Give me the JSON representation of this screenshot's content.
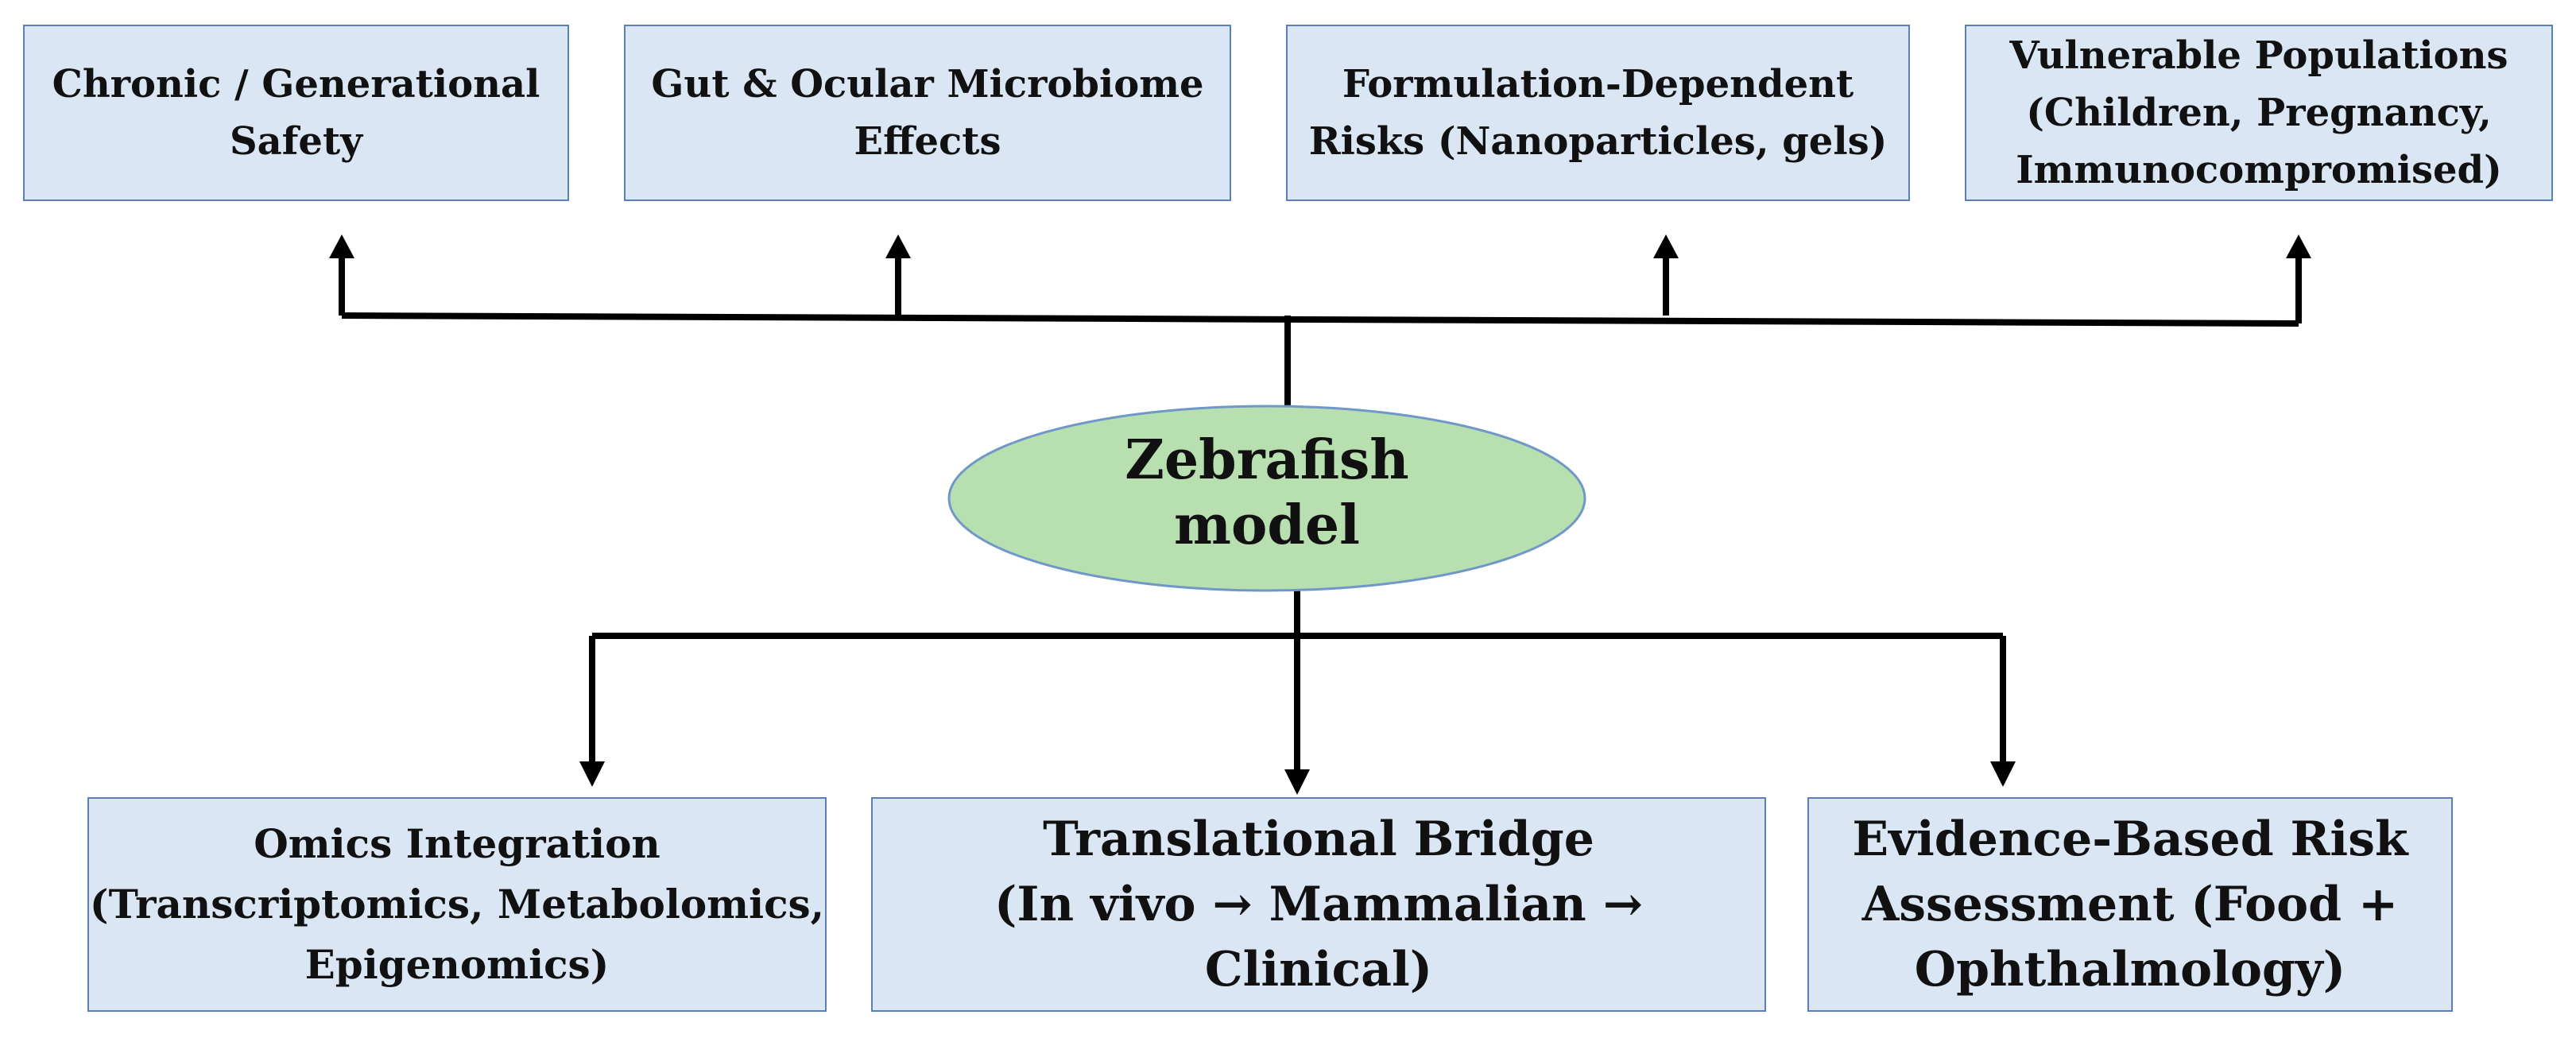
{
  "center": {
    "label": "Zebrafish\nmodel"
  },
  "top_boxes": [
    {
      "label": "Chronic / Generational\nSafety"
    },
    {
      "label": "Gut & Ocular Microbiome\nEffects"
    },
    {
      "label": "Formulation-Dependent\nRisks (Nanoparticles, gels)"
    },
    {
      "label": "Vulnerable Populations\n(Children, Pregnancy,\nImmunocompromised)"
    }
  ],
  "bottom_boxes": [
    {
      "label": "Omics Integration\n(Transcriptomics, Metabolomics,\nEpigenomics)"
    },
    {
      "label": "Translational Bridge\n(In vivo → Mammalian → Clinical)"
    },
    {
      "label": "Evidence-Based Risk\nAssessment (Food +\nOphthalmology)"
    }
  ],
  "colors": {
    "box_fill": "#dae6f4",
    "box_border": "#5b7fb8",
    "ellipse_fill": "#b7dfb0",
    "ellipse_border": "#6f98c8",
    "line": "#000000"
  }
}
